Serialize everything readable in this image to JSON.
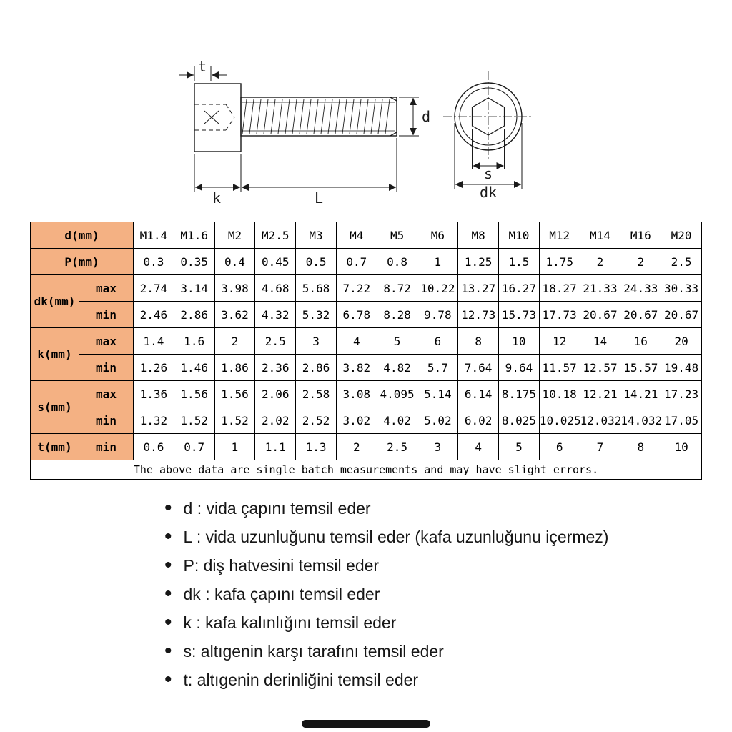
{
  "diagram": {
    "labels": {
      "t": "t",
      "k": "k",
      "L": "L",
      "d": "d",
      "s": "s",
      "dk": "dk"
    }
  },
  "table": {
    "header_color": "#f4b183",
    "groups": [
      {
        "label": "d(mm)",
        "rows": [
          {
            "sub": null,
            "values": [
              "M1.4",
              "M1.6",
              "M2",
              "M2.5",
              "M3",
              "M4",
              "M5",
              "M6",
              "M8",
              "M10",
              "M12",
              "M14",
              "M16",
              "M20"
            ]
          }
        ]
      },
      {
        "label": "P(mm)",
        "rows": [
          {
            "sub": null,
            "values": [
              "0.3",
              "0.35",
              "0.4",
              "0.45",
              "0.5",
              "0.7",
              "0.8",
              "1",
              "1.25",
              "1.5",
              "1.75",
              "2",
              "2",
              "2.5"
            ]
          }
        ]
      },
      {
        "label": "dk(mm)",
        "rows": [
          {
            "sub": "max",
            "values": [
              "2.74",
              "3.14",
              "3.98",
              "4.68",
              "5.68",
              "7.22",
              "8.72",
              "10.22",
              "13.27",
              "16.27",
              "18.27",
              "21.33",
              "24.33",
              "30.33"
            ]
          },
          {
            "sub": "min",
            "values": [
              "2.46",
              "2.86",
              "3.62",
              "4.32",
              "5.32",
              "6.78",
              "8.28",
              "9.78",
              "12.73",
              "15.73",
              "17.73",
              "20.67",
              "20.67",
              "20.67"
            ]
          }
        ]
      },
      {
        "label": "k(mm)",
        "rows": [
          {
            "sub": "max",
            "values": [
              "1.4",
              "1.6",
              "2",
              "2.5",
              "3",
              "4",
              "5",
              "6",
              "8",
              "10",
              "12",
              "14",
              "16",
              "20"
            ]
          },
          {
            "sub": "min",
            "values": [
              "1.26",
              "1.46",
              "1.86",
              "2.36",
              "2.86",
              "3.82",
              "4.82",
              "5.7",
              "7.64",
              "9.64",
              "11.57",
              "12.57",
              "15.57",
              "19.48"
            ]
          }
        ]
      },
      {
        "label": "s(mm)",
        "rows": [
          {
            "sub": "max",
            "values": [
              "1.36",
              "1.56",
              "1.56",
              "2.06",
              "2.58",
              "3.08",
              "4.095",
              "5.14",
              "6.14",
              "8.175",
              "10.18",
              "12.21",
              "14.21",
              "17.23"
            ]
          },
          {
            "sub": "min",
            "values": [
              "1.32",
              "1.52",
              "1.52",
              "2.02",
              "2.52",
              "3.02",
              "4.02",
              "5.02",
              "6.02",
              "8.025",
              "10.025",
              "12.032",
              "14.032",
              "17.05"
            ]
          }
        ]
      },
      {
        "label": "t(mm)",
        "rows": [
          {
            "sub": "min",
            "values": [
              "0.6",
              "0.7",
              "1",
              "1.1",
              "1.3",
              "2",
              "2.5",
              "3",
              "4",
              "5",
              "6",
              "7",
              "8",
              "10"
            ]
          }
        ]
      }
    ],
    "footer": "The above data are single batch measurements and may have slight errors."
  },
  "legend": {
    "items": [
      "d : vida çapını temsil eder",
      "L : vida uzunluğunu temsil eder (kafa uzunluğunu içermez)",
      "P: diş hatvesini temsil eder",
      "dk : kafa çapını temsil eder",
      "k : kafa kalınlığını temsil eder",
      "s: altıgenin karşı tarafını temsil eder",
      "t: altıgenin derinliğini temsil eder"
    ]
  }
}
